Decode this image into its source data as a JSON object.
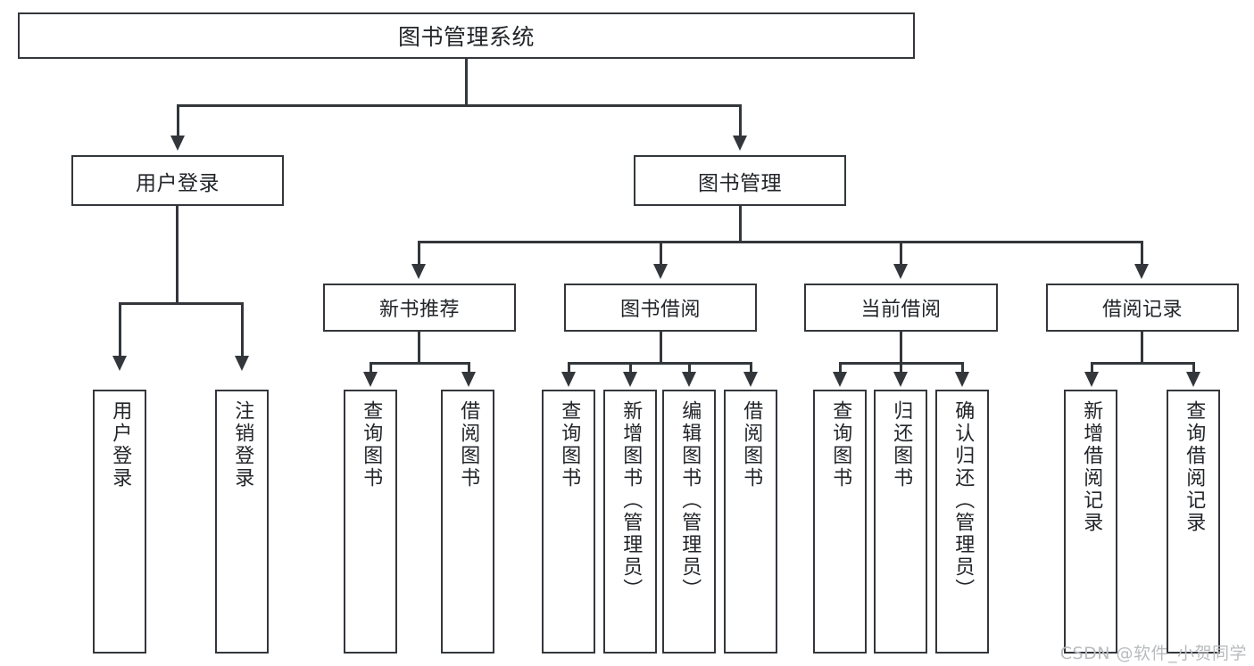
{
  "diagram": {
    "title": "图书管理系统",
    "type": "tree-hierarchy-chart",
    "root": {
      "label": "图书管理系统"
    },
    "level2": [
      {
        "label": "用户登录"
      },
      {
        "label": "图书管理"
      }
    ],
    "level3": [
      {
        "label": "新书推荐"
      },
      {
        "label": "图书借阅"
      },
      {
        "label": "当前借阅"
      },
      {
        "label": "借阅记录"
      }
    ],
    "leaves": [
      {
        "label": "用户登录"
      },
      {
        "label": "注销登录"
      },
      {
        "label": "查询图书"
      },
      {
        "label": "借阅图书"
      },
      {
        "label": "查询图书"
      },
      {
        "label": "新增图书（管理员）"
      },
      {
        "label": "编辑图书（管理员）"
      },
      {
        "label": "借阅图书"
      },
      {
        "label": "查询图书"
      },
      {
        "label": "归还图书"
      },
      {
        "label": "确认归还（管理员）"
      },
      {
        "label": "新增借阅记录"
      },
      {
        "label": "查询借阅记录"
      }
    ],
    "colors": {
      "stroke": "#33373b",
      "fill": "#ffffff",
      "text": "#222529",
      "watermark": "#b9bcbf"
    }
  },
  "watermark": {
    "text": "CSDN @软件_小贺同学"
  }
}
